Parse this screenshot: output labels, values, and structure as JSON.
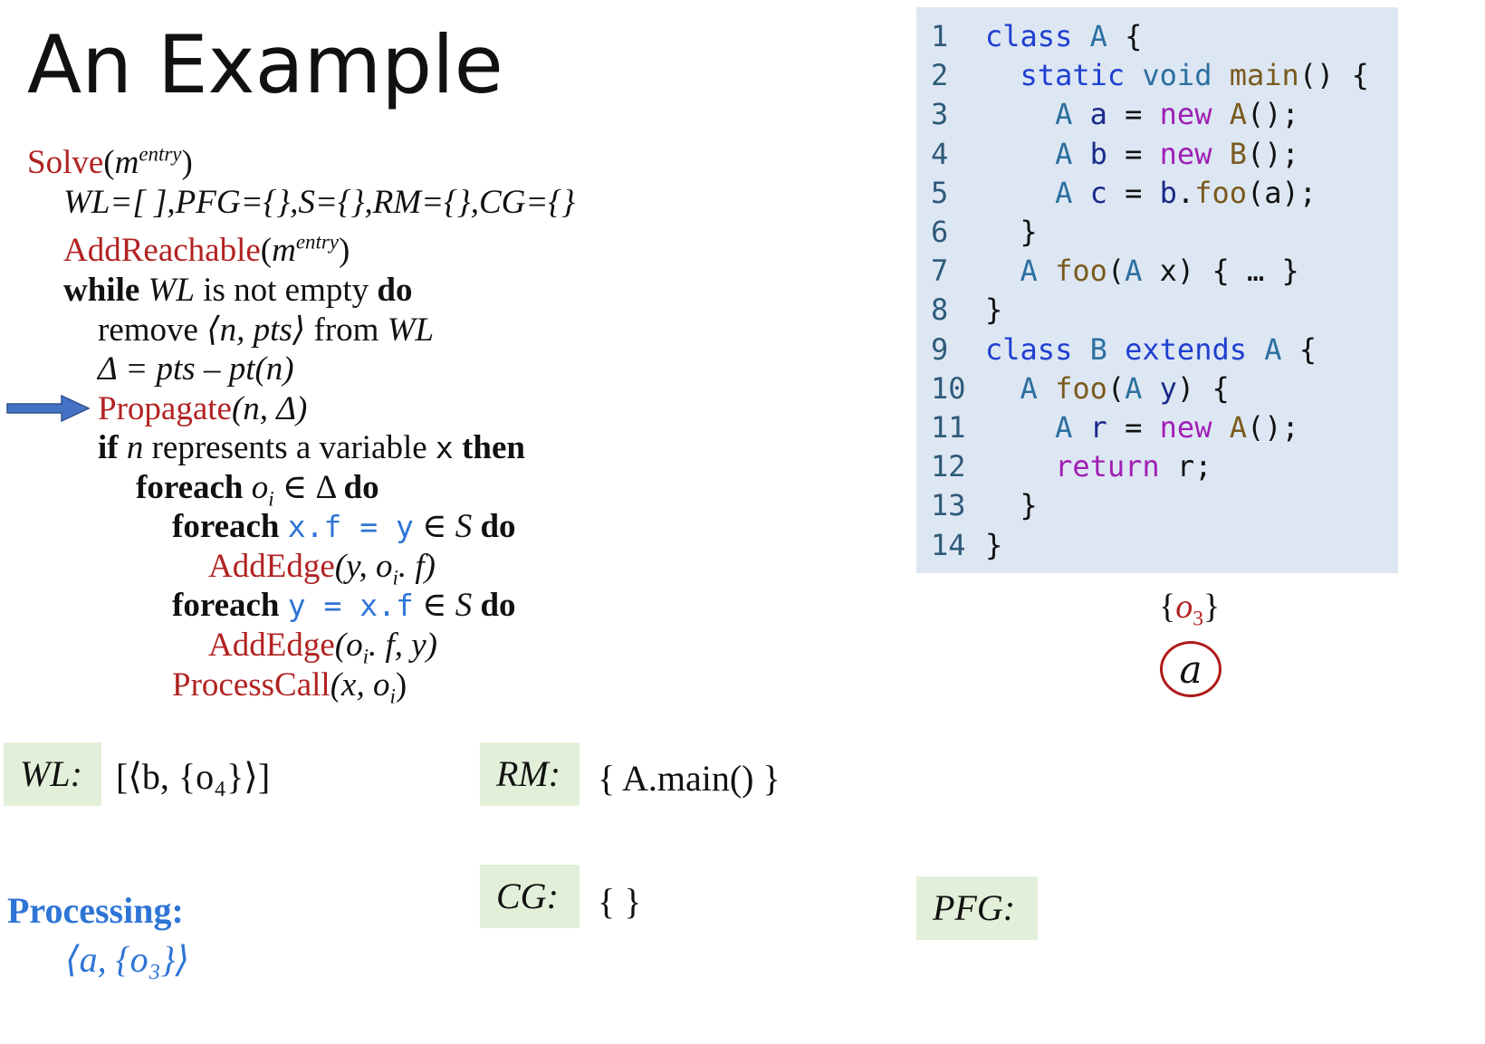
{
  "title": "An Example",
  "algorithm": {
    "solve": "Solve",
    "solve_arg": "m",
    "entry_sup": "entry",
    "init": "WL=[ ],PFG={},S={},RM={},CG={}",
    "add_reachable": "AddReachable",
    "while_kw": "while",
    "while_cond_var": "WL",
    "while_cond_text": "is not empty",
    "do_kw": "do",
    "remove_text": "remove",
    "remove_pair": "⟨n, pts⟩",
    "from_text": "from",
    "from_var": "WL",
    "delta_line": "Δ = pts – pt(n)",
    "propagate": "Propagate",
    "propagate_args": "(n, Δ)",
    "if_kw": "if",
    "if_var": "n",
    "if_text": "represents a variable",
    "if_x": "x",
    "then_kw": "then",
    "foreach_kw": "foreach",
    "oi": "o",
    "sub_i": "i",
    "in_delta": "∈ Δ",
    "stmt_store": "x.f = y",
    "stmt_load": "y = x.f",
    "in_s": "∈ S",
    "add_edge": "AddEdge",
    "add_edge1_prefix": "(y, ",
    "add_edge1_suffix": ". f)",
    "add_edge2_prefix": "(",
    "add_edge2_suffix": ". f, y)",
    "process_call": "ProcessCall",
    "process_call_prefix": "(x, ",
    "process_call_suffix": ")"
  },
  "code": {
    "lines": [
      {
        "num": "1",
        "indent": "",
        "tokens": [
          [
            "kw",
            "class"
          ],
          [
            "tx",
            " "
          ],
          [
            "ty",
            "A"
          ],
          [
            "tx",
            " {"
          ]
        ]
      },
      {
        "num": "2",
        "indent": "  ",
        "tokens": [
          [
            "kw",
            "static"
          ],
          [
            "tx",
            " "
          ],
          [
            "ty",
            "void"
          ],
          [
            "tx",
            " "
          ],
          [
            "fn",
            "main"
          ],
          [
            "tx",
            "() {"
          ]
        ]
      },
      {
        "num": "3",
        "indent": "    ",
        "tokens": [
          [
            "ty",
            "A"
          ],
          [
            "tx",
            " "
          ],
          [
            "vr",
            "a"
          ],
          [
            "tx",
            " = "
          ],
          [
            "nw",
            "new"
          ],
          [
            "tx",
            " "
          ],
          [
            "fn",
            "A"
          ],
          [
            "tx",
            "();"
          ]
        ]
      },
      {
        "num": "4",
        "indent": "    ",
        "tokens": [
          [
            "ty",
            "A"
          ],
          [
            "tx",
            " "
          ],
          [
            "vr",
            "b"
          ],
          [
            "tx",
            " = "
          ],
          [
            "nw",
            "new"
          ],
          [
            "tx",
            " "
          ],
          [
            "fn",
            "B"
          ],
          [
            "tx",
            "();"
          ]
        ]
      },
      {
        "num": "5",
        "indent": "    ",
        "tokens": [
          [
            "ty",
            "A"
          ],
          [
            "tx",
            " "
          ],
          [
            "vr",
            "c"
          ],
          [
            "tx",
            " = "
          ],
          [
            "vr",
            "b"
          ],
          [
            "tx",
            "."
          ],
          [
            "fn",
            "foo"
          ],
          [
            "tx",
            "(a);"
          ]
        ]
      },
      {
        "num": "6",
        "indent": "  ",
        "tokens": [
          [
            "tx",
            "}"
          ]
        ]
      },
      {
        "num": "7",
        "indent": "  ",
        "tokens": [
          [
            "ty",
            "A"
          ],
          [
            "tx",
            " "
          ],
          [
            "fn",
            "foo"
          ],
          [
            "tx",
            "("
          ],
          [
            "ty",
            "A"
          ],
          [
            "tx",
            " x) { … }"
          ]
        ]
      },
      {
        "num": "8",
        "indent": "",
        "tokens": [
          [
            "tx",
            "}"
          ]
        ]
      },
      {
        "num": "9",
        "indent": "",
        "tokens": [
          [
            "kw",
            "class"
          ],
          [
            "tx",
            " "
          ],
          [
            "ty",
            "B"
          ],
          [
            "tx",
            " "
          ],
          [
            "kw",
            "extends"
          ],
          [
            "tx",
            " "
          ],
          [
            "ty",
            "A"
          ],
          [
            "tx",
            " {"
          ]
        ]
      },
      {
        "num": "10",
        "indent": "  ",
        "tokens": [
          [
            "ty",
            "A"
          ],
          [
            "tx",
            " "
          ],
          [
            "fn",
            "foo"
          ],
          [
            "tx",
            "("
          ],
          [
            "ty",
            "A"
          ],
          [
            "tx",
            " "
          ],
          [
            "vr",
            "y"
          ],
          [
            "tx",
            ") {"
          ]
        ]
      },
      {
        "num": "11",
        "indent": "    ",
        "tokens": [
          [
            "ty",
            "A"
          ],
          [
            "tx",
            " "
          ],
          [
            "vr",
            "r"
          ],
          [
            "tx",
            " = "
          ],
          [
            "nw",
            "new"
          ],
          [
            "tx",
            " "
          ],
          [
            "fn",
            "A"
          ],
          [
            "tx",
            "();"
          ]
        ]
      },
      {
        "num": "12",
        "indent": "    ",
        "tokens": [
          [
            "nw",
            "return"
          ],
          [
            "tx",
            " r;"
          ]
        ]
      },
      {
        "num": "13",
        "indent": "  ",
        "tokens": [
          [
            "tx",
            "}"
          ]
        ]
      },
      {
        "num": "14",
        "indent": "",
        "tokens": [
          [
            "tx",
            "}"
          ]
        ]
      }
    ]
  },
  "pfg_node": {
    "pts_open": "{",
    "pts_obj": "o",
    "pts_sub": "3",
    "pts_close": "}",
    "label": "a"
  },
  "panels": {
    "wl_label": "WL:",
    "wl_value": "[⟨b, {o₄}⟩]",
    "rm_label": "RM:",
    "rm_value": "{ A.main() }",
    "cg_label": "CG:",
    "cg_value": "{ }",
    "pfg_label": "PFG:"
  },
  "processing": {
    "label": "Processing:",
    "value": "⟨a, {o₃}⟩"
  },
  "colors": {
    "keyword_red": "#b22222",
    "highlight_blue": "#2e75d6",
    "arrow_blue": "#4472c4",
    "code_bg": "#dde7f3",
    "panel_green": "#e2efd9",
    "node_border": "#b11a1a"
  }
}
